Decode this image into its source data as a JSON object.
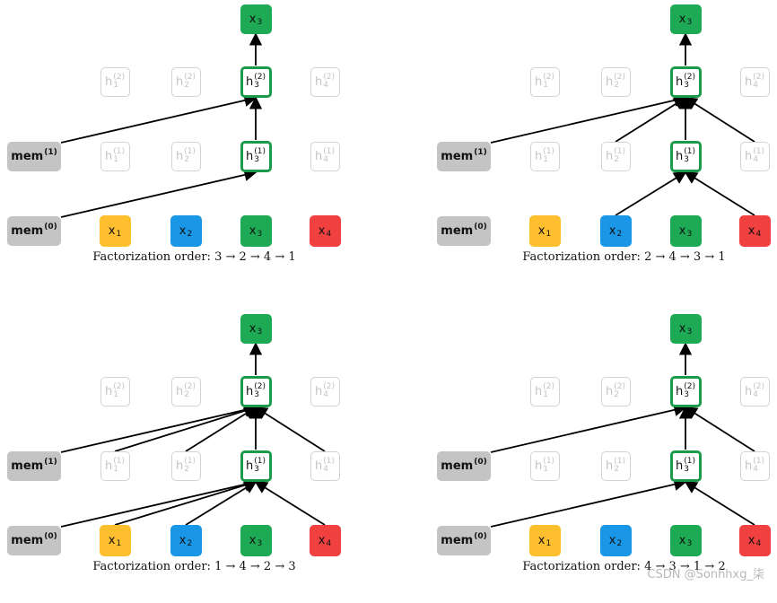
{
  "colors": {
    "x1": "#fdbf2d",
    "x2": "#1a96e6",
    "x3": "#1eaa54",
    "x4": "#f04040",
    "mem": "#c4c4c4",
    "h_border": "#1c9a4b",
    "ghost_border": "#d3d3d3"
  },
  "labels": {
    "x": "x",
    "h": "h",
    "mem": "mem",
    "layer1": "(1)",
    "layer2": "(2)",
    "layer0": "(0)",
    "idx1": "1",
    "idx2": "2",
    "idx3": "3",
    "idx4": "4"
  },
  "panels": [
    {
      "caption": "Factorization order: 3 → 2 → 4 → 1",
      "mem_top_layer": "(1)",
      "mem_bottom_layer": "(0)"
    },
    {
      "caption": "Factorization order: 2 → 4 → 3 → 1",
      "mem_top_layer": "(1)",
      "mem_bottom_layer": "(0)"
    },
    {
      "caption": "Factorization order: 1 → 4 → 2 → 3",
      "mem_top_layer": "(1)",
      "mem_bottom_layer": "(0)"
    },
    {
      "caption": "Factorization order: 4 → 3 → 1 → 2",
      "mem_top_layer": "(0)",
      "mem_bottom_layer": "(0)"
    }
  ],
  "watermark": "CSDN @Sonhhxg_柒"
}
